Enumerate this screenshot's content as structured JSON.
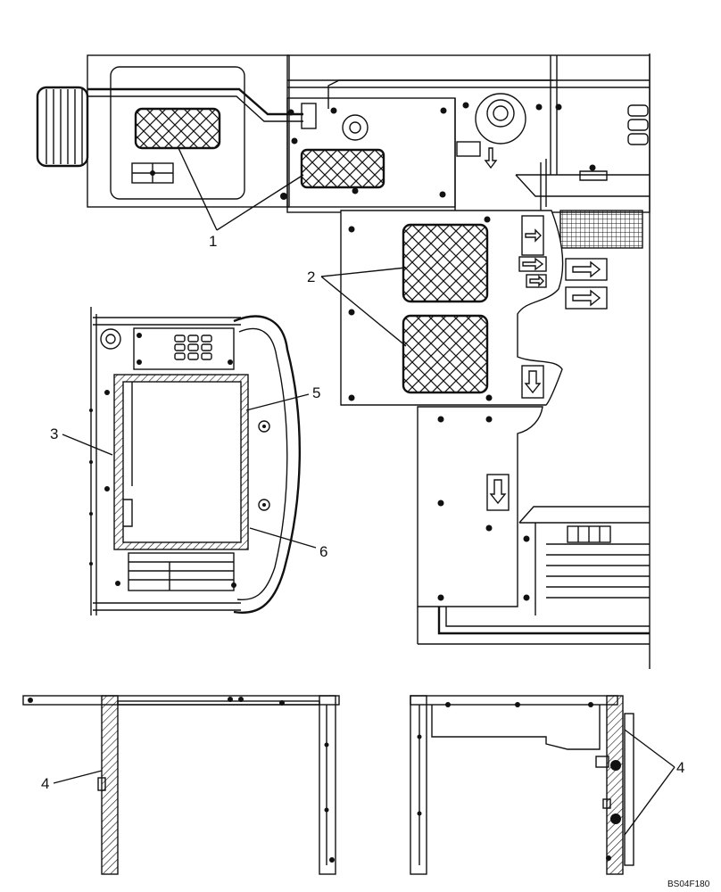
{
  "figure": {
    "reference_code": "BS04F180",
    "callouts": [
      {
        "id": "c1",
        "label": "1"
      },
      {
        "id": "c2",
        "label": "2"
      },
      {
        "id": "c3",
        "label": "3"
      },
      {
        "id": "c4a",
        "label": "4"
      },
      {
        "id": "c4b",
        "label": "4"
      },
      {
        "id": "c5",
        "label": "5"
      },
      {
        "id": "c6",
        "label": "6"
      }
    ]
  }
}
